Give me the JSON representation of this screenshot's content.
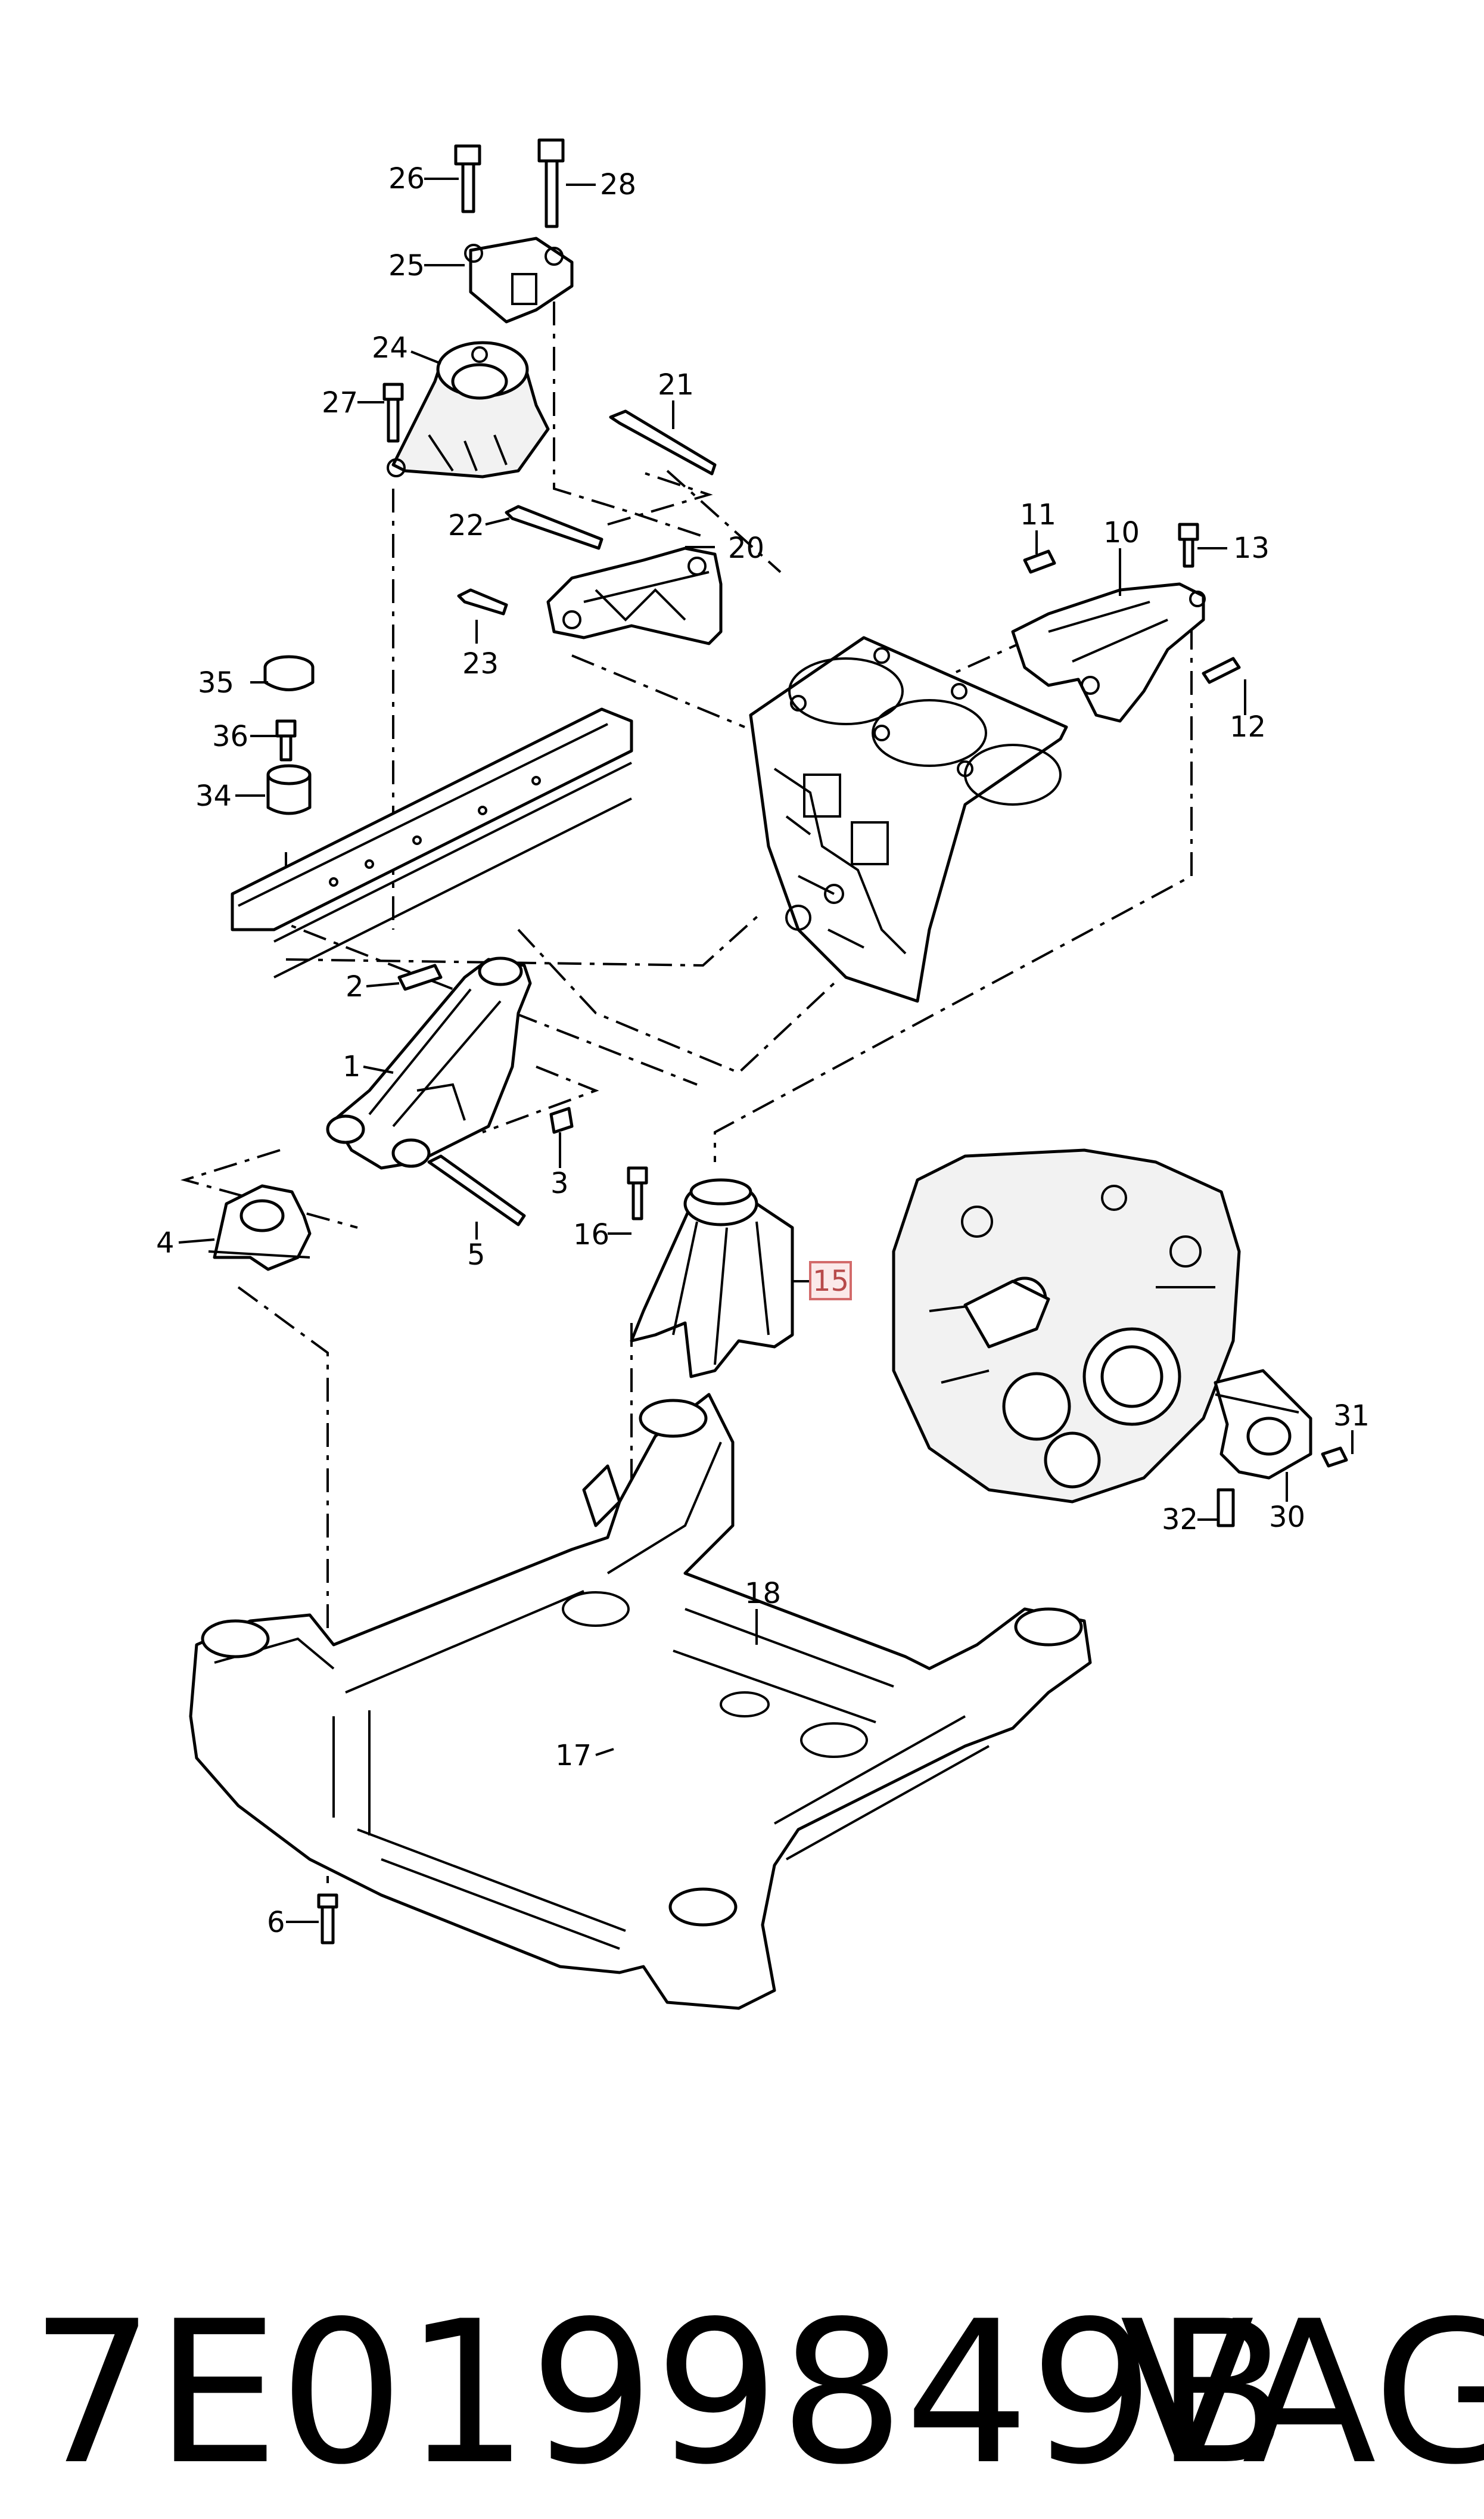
{
  "diagram": {
    "callouts": [
      "1",
      "2",
      "3",
      "4",
      "5",
      "6",
      "10",
      "11",
      "12",
      "13",
      "15",
      "16",
      "17",
      "18",
      "20",
      "21",
      "22",
      "23",
      "24",
      "25",
      "26",
      "27",
      "28",
      "30",
      "31",
      "32",
      "34",
      "35",
      "36"
    ],
    "highlighted_callout": "15",
    "highlight_color": "#d36a6a"
  },
  "footer": {
    "part_number": "7E0199849B",
    "brand": "VAG"
  }
}
